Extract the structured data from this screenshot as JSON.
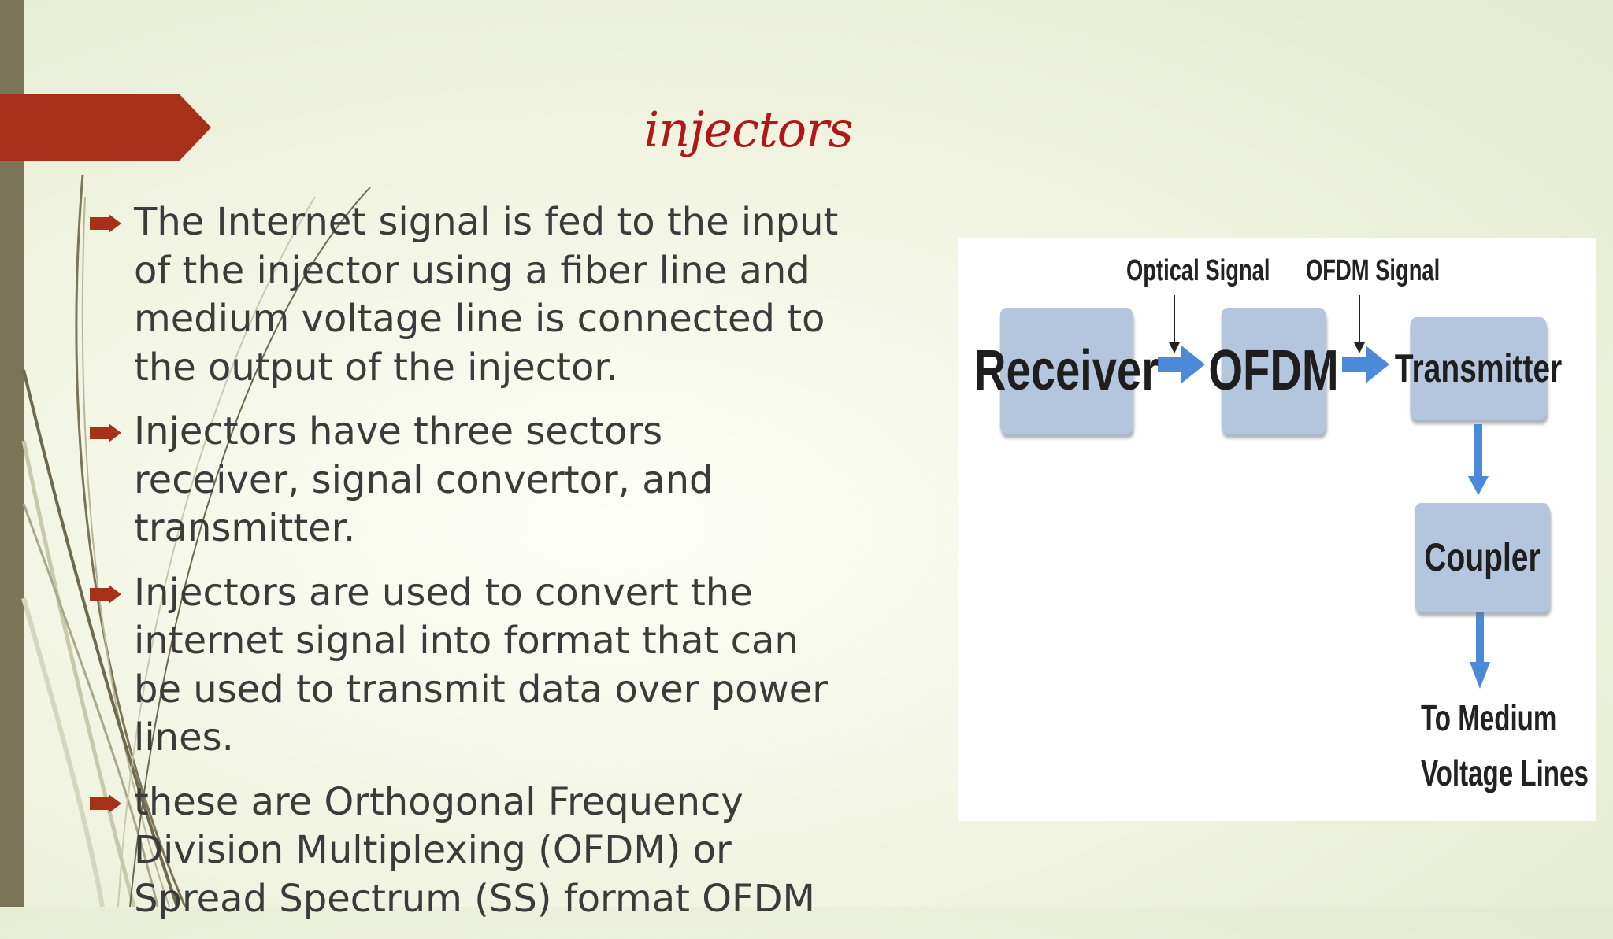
{
  "slide": {
    "title": "injectors",
    "bullets": [
      "The Internet signal is fed to the input\nof the injector using a fiber line and\nmedium voltage line is connected to\nthe output of the injector.",
      " Injectors have three sectors\nreceiver, signal convertor, and\ntransmitter.",
      "Injectors are used to convert the\ninternet signal into format that can\nbe used to transmit data over power\nlines.",
      "these are Orthogonal Frequency\nDivision Multiplexing (OFDM) or\nSpread Spectrum (SS) format OFDM"
    ],
    "colors": {
      "accent": "#a6301a",
      "title": "#b01818",
      "text": "#3b3b3b",
      "sidebar": "#7a7458"
    }
  },
  "diagram": {
    "blocks": {
      "receiver": "Receiver",
      "ofdm": "OFDM",
      "transmitter": "Transmitter",
      "coupler": "Coupler"
    },
    "labels": {
      "optical_signal": "Optical Signal",
      "ofdm_signal": "OFDM Signal",
      "to_medium_line1": "To Medium",
      "to_medium_line2": "Voltage Lines"
    },
    "colors": {
      "block": "#b3c6de",
      "arrow": "#4a8ad8"
    }
  }
}
